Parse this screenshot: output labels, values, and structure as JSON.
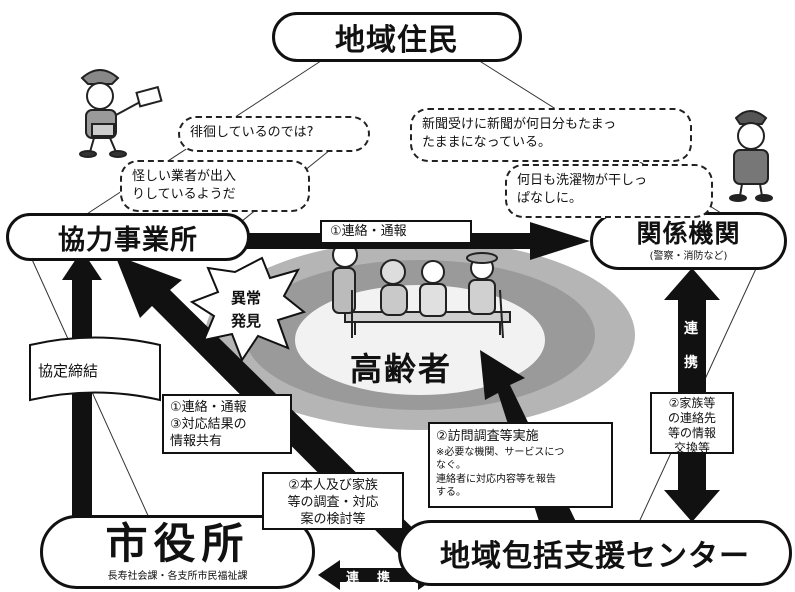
{
  "residents": {
    "title": "地域住民"
  },
  "partners": {
    "title": "協力事業所"
  },
  "agencies": {
    "title": "関係機関",
    "subtitle": "(警察・消防など)"
  },
  "city_office": {
    "title": "市役所",
    "subtitle": "長寿社会課・各支所市民福祉課"
  },
  "center": {
    "title": "地域包括支援センター"
  },
  "elderly": {
    "title": "高齢者"
  },
  "abnormal_burst": {
    "line1": "異常",
    "line2": "発見"
  },
  "agreement": {
    "label": "協定締結"
  },
  "bubbles": {
    "wandering": "徘徊しているのでは?",
    "suspicious_line1": "怪しい業者が出入",
    "suspicious_line2": "りしているようだ",
    "newspaper_line1": "新聞受けに新聞が何日分もたまっ",
    "newspaper_line2": "たままになっている。",
    "laundry_line1": "何日も洗濯物が干しっ",
    "laundry_line2": "ぱなしに。"
  },
  "arrows": {
    "partners_to_agencies": "①連絡・通報",
    "city_to_partners": {
      "line1": "①連絡・通報",
      "line2": "③対応結果の",
      "line3": "情報共有"
    },
    "family_survey": {
      "line1": "②本人及び家族",
      "line2": "等の調査・対応",
      "line3": "案の検討等"
    },
    "home_visit": {
      "title": "②訪問調査等実施",
      "note1": "※必要な機関、サービスにつ",
      "note2": "なぐ。",
      "note3": "連絡者に対応内容等を報告",
      "note4": "する。"
    },
    "family_info": {
      "line1": "②家族等",
      "line2": "の連絡先",
      "line3": "等の情報",
      "line4": "交換等"
    },
    "cooperation_vertical": {
      "char1": "連",
      "char2": "携"
    },
    "cooperation_horizontal": {
      "char1": "連",
      "char2": "携"
    }
  },
  "colors": {
    "arrow": "#111111",
    "ring_outer": "#bdbdbd",
    "ring_inner": "#e6e6e6"
  }
}
